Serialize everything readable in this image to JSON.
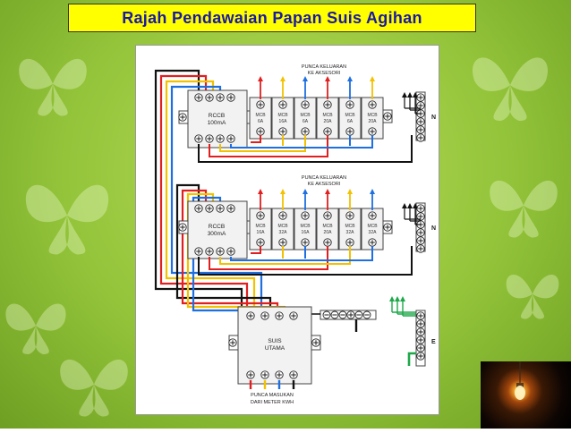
{
  "title": "Rajah Pendawaian Papan Suis Agihan",
  "colors": {
    "background": "#93c43a",
    "title_bg": "#ffff00",
    "title_text": "#1a1aa0",
    "live_red": "#e02020",
    "live_yellow": "#f2c200",
    "live_blue": "#1e6fe0",
    "neutral": "#111111",
    "earth": "#1ea84a"
  },
  "diagram": {
    "output_label_1": [
      "PUNCA KELUARAN",
      "KE AKSESORI"
    ],
    "output_label_2": [
      "PUNCA KELUARAN",
      "KE AKSESORI"
    ],
    "rccb_1": [
      "RCCB",
      "100mA"
    ],
    "rccb_2": [
      "RCCB",
      "300mA"
    ],
    "mcb_row_1": [
      [
        "MCB",
        "6A"
      ],
      [
        "MCB",
        "16A"
      ],
      [
        "MCB",
        "6A"
      ],
      [
        "MCB",
        "20A"
      ],
      [
        "MCB",
        "6A"
      ],
      [
        "MCB",
        "20A"
      ]
    ],
    "mcb_row_2": [
      [
        "MCB",
        "16A"
      ],
      [
        "MCB",
        "32A"
      ],
      [
        "MCB",
        "16A"
      ],
      [
        "MCB",
        "20A"
      ],
      [
        "MCB",
        "32A"
      ],
      [
        "MCB",
        "32A"
      ]
    ],
    "neutral_label": "N",
    "earth_label": "E",
    "main_switch": [
      "SUIS",
      "UTAMA"
    ],
    "input_label": [
      "PUNCA MASUKAN",
      "DARI METER KWH"
    ]
  },
  "icons": [
    "butterfly-icon",
    "light-bulb-icon",
    "screw-terminal-icon",
    "arrow-up-icon"
  ]
}
